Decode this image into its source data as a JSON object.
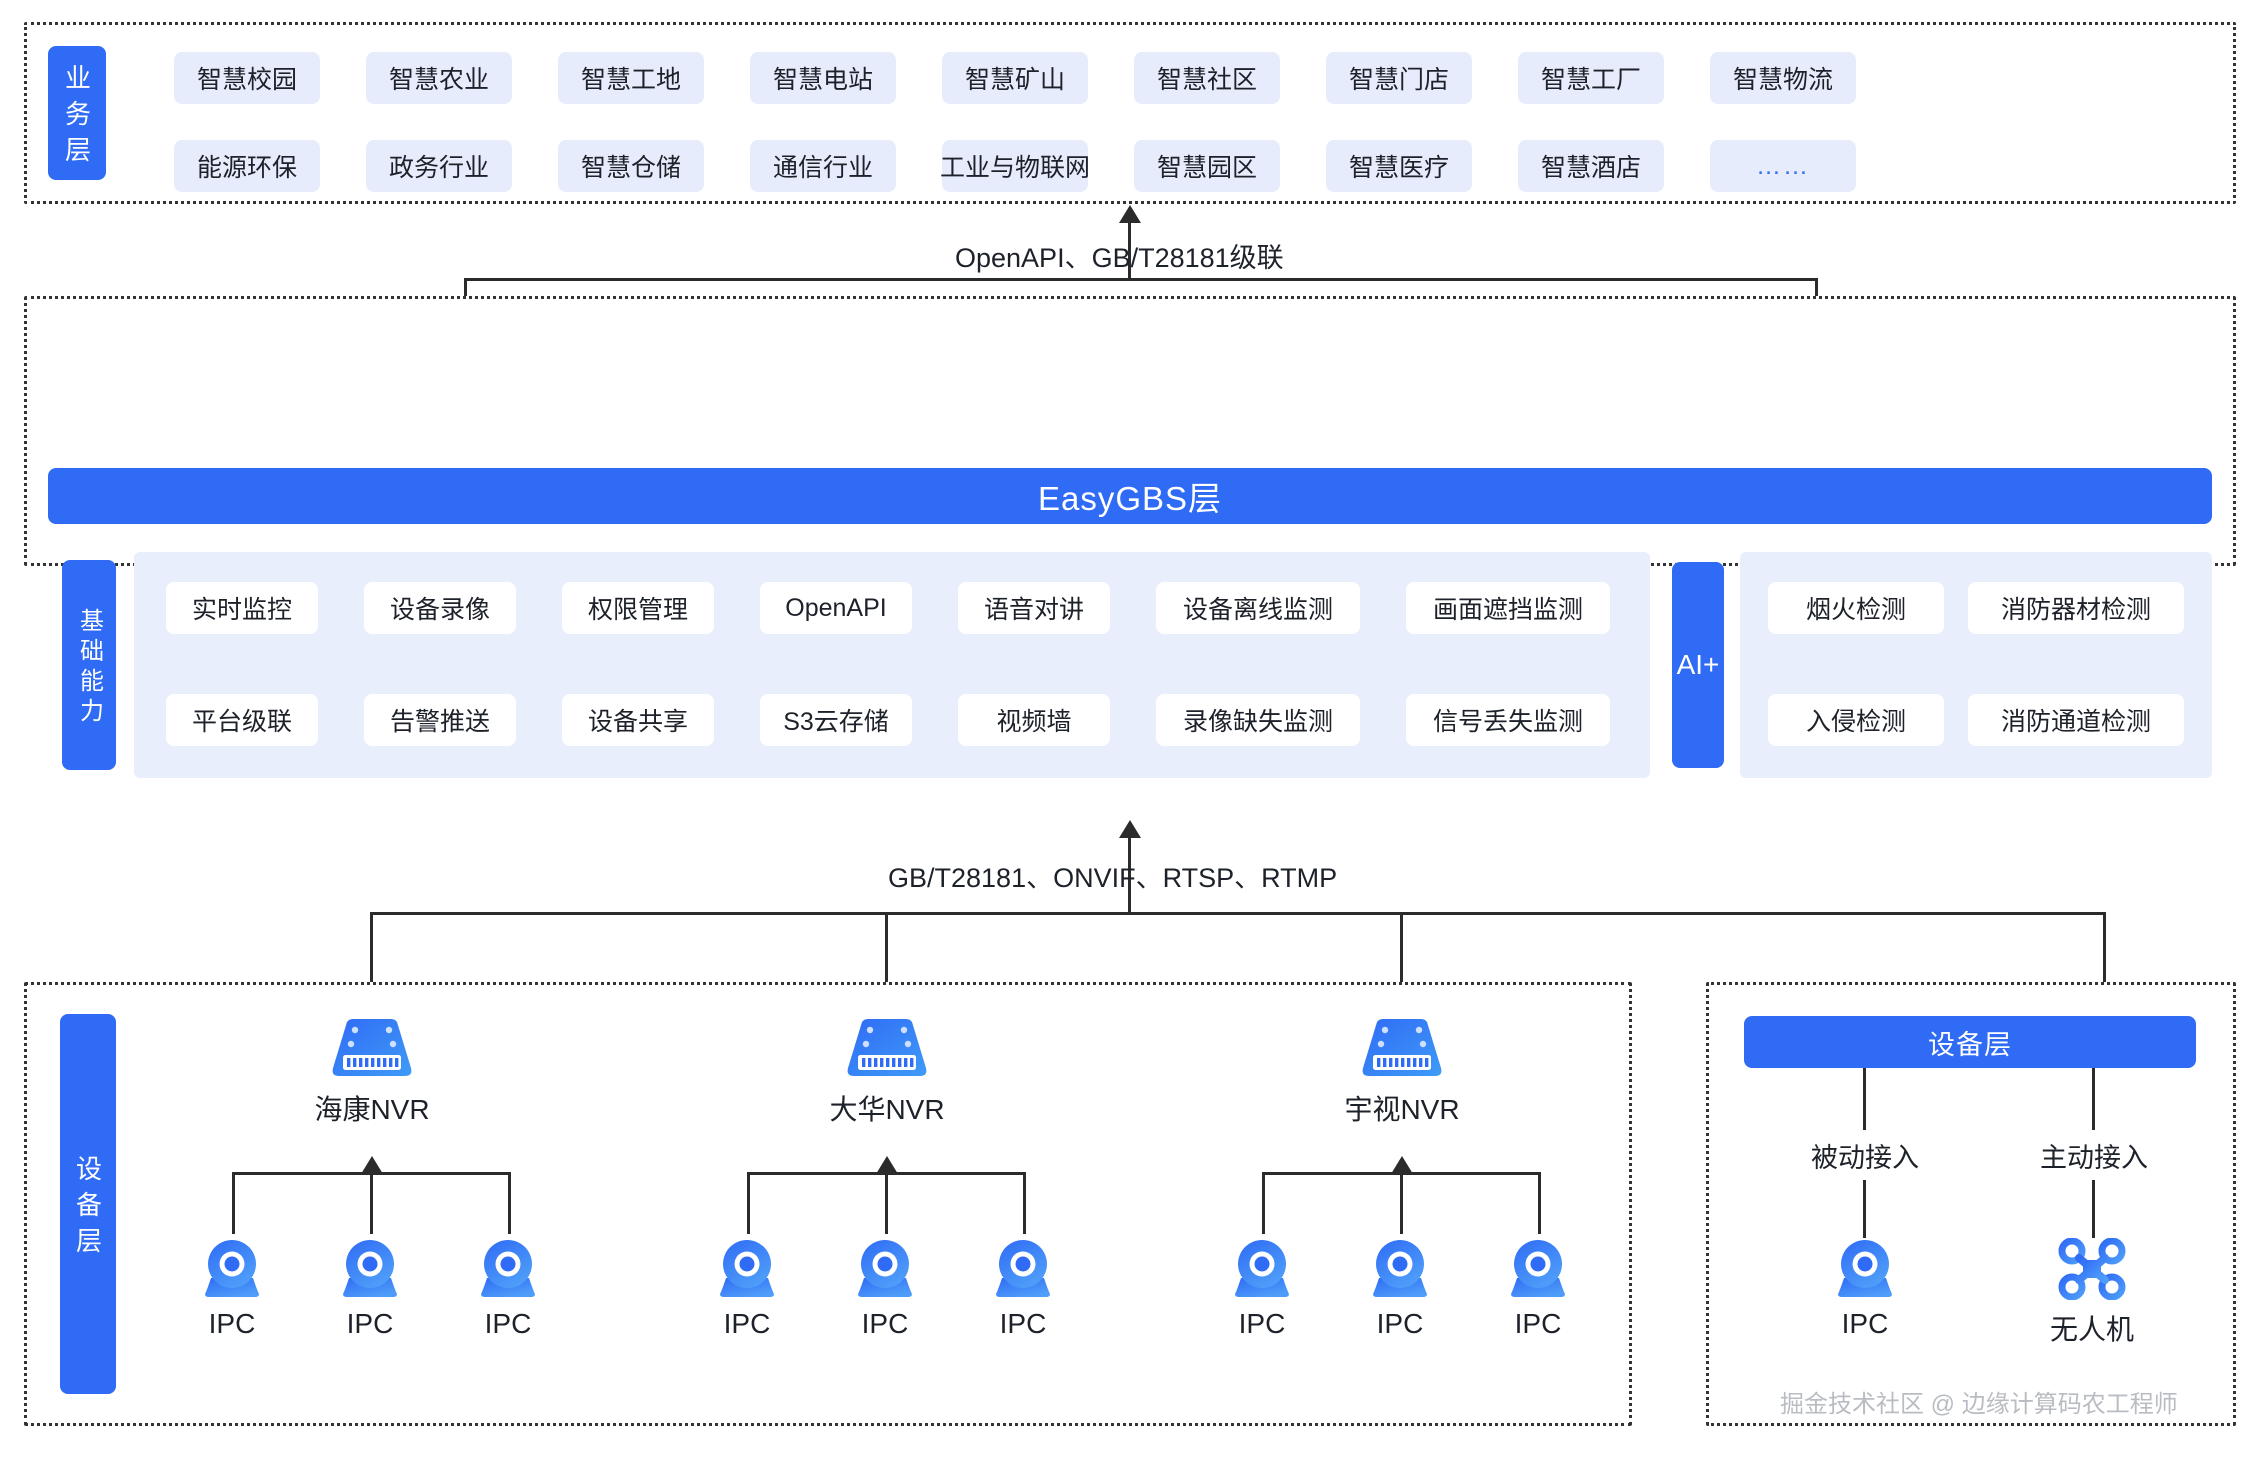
{
  "business_layer": {
    "tab_label": "业务层",
    "row1": [
      "智慧校园",
      "智慧农业",
      "智慧工地",
      "智慧电站",
      "智慧矿山",
      "智慧社区",
      "智慧门店",
      "智慧工厂",
      "智慧物流"
    ],
    "row2": [
      "能源环保",
      "政务行业",
      "智慧仓储",
      "通信行业",
      "工业与物联网",
      "智慧园区",
      "智慧医疗",
      "智慧酒店",
      "……"
    ]
  },
  "connector_top": {
    "label": "OpenAPI、GB/T28181级联"
  },
  "platform_layer": {
    "title": "EasyGBS层",
    "capability_tab": "基础能力",
    "capabilities_row1": [
      "实时监控",
      "设备录像",
      "权限管理",
      "OpenAPI",
      "语音对讲",
      "设备离线监测",
      "画面遮挡监测"
    ],
    "capabilities_row2": [
      "平台级联",
      "告警推送",
      "设备共享",
      "S3云存储",
      "视频墙",
      "录像缺失监测",
      "信号丢失监测"
    ],
    "ai_tab": "AI+",
    "ai_row1": [
      "烟火检测",
      "消防器材检测"
    ],
    "ai_row2": [
      "入侵检测",
      "消防通道检测"
    ]
  },
  "connector_bottom": {
    "label": "GB/T28181、ONVIF、RTSP、RTMP"
  },
  "device_layer_left": {
    "tab_label": "设备层",
    "groups": [
      {
        "nvr_label": "海康NVR",
        "nvr_icon": "nvr-icon",
        "children": [
          {
            "label": "IPC",
            "icon": "ipc-camera-icon"
          },
          {
            "label": "IPC",
            "icon": "ipc-camera-icon"
          },
          {
            "label": "IPC",
            "icon": "ipc-camera-icon"
          }
        ]
      },
      {
        "nvr_label": "大华NVR",
        "nvr_icon": "nvr-icon",
        "children": [
          {
            "label": "IPC",
            "icon": "ipc-camera-icon"
          },
          {
            "label": "IPC",
            "icon": "ipc-camera-icon"
          },
          {
            "label": "IPC",
            "icon": "ipc-camera-icon"
          }
        ]
      },
      {
        "nvr_label": "宇视NVR",
        "nvr_icon": "nvr-icon",
        "children": [
          {
            "label": "IPC",
            "icon": "ipc-camera-icon"
          },
          {
            "label": "IPC",
            "icon": "ipc-camera-icon"
          },
          {
            "label": "IPC",
            "icon": "ipc-camera-icon"
          }
        ]
      }
    ]
  },
  "device_layer_right": {
    "title": "设备层",
    "branches": [
      {
        "mode": "被动接入",
        "label": "IPC",
        "icon": "ipc-camera-icon"
      },
      {
        "mode": "主动接入",
        "label": "无人机",
        "icon": "drone-icon"
      }
    ],
    "watermark": "掘金技术社区 @ 边缘计算码农工程师"
  },
  "colors": {
    "accent": "#2f6bf5",
    "chip_bg": "#e6ecfb",
    "panel_bg": "#e8eefc",
    "line": "#2b2b2b",
    "watermark": "#b9bcc2"
  }
}
